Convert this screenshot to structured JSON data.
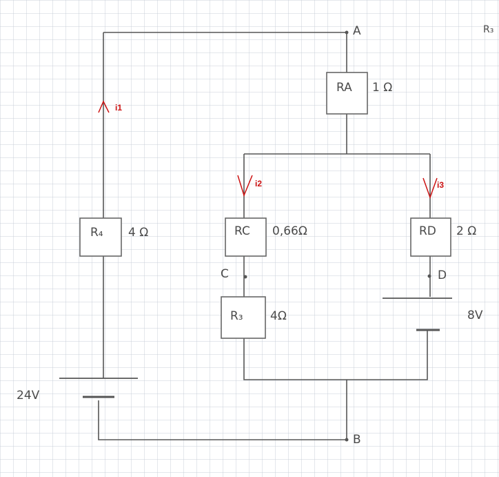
{
  "nodes": {
    "a": "A",
    "b": "B",
    "c": "C",
    "d": "D",
    "corner": "R₃"
  },
  "resistors": {
    "ra": {
      "name": "RA",
      "value": "1 Ω"
    },
    "r4": {
      "name": "R₄",
      "value": "4 Ω"
    },
    "rc": {
      "name": "RC",
      "value": "0,66Ω"
    },
    "rd": {
      "name": "RD",
      "value": "2 Ω"
    },
    "r3": {
      "name": "R₃",
      "value": "4Ω"
    }
  },
  "sources": {
    "left": "24V",
    "right": "8V"
  },
  "currents": {
    "i1": "i1",
    "i2": "i2",
    "i3": "i3"
  },
  "colors": {
    "grid": "#c9cfd8",
    "wire": "#555555",
    "current": "#cc1111"
  }
}
